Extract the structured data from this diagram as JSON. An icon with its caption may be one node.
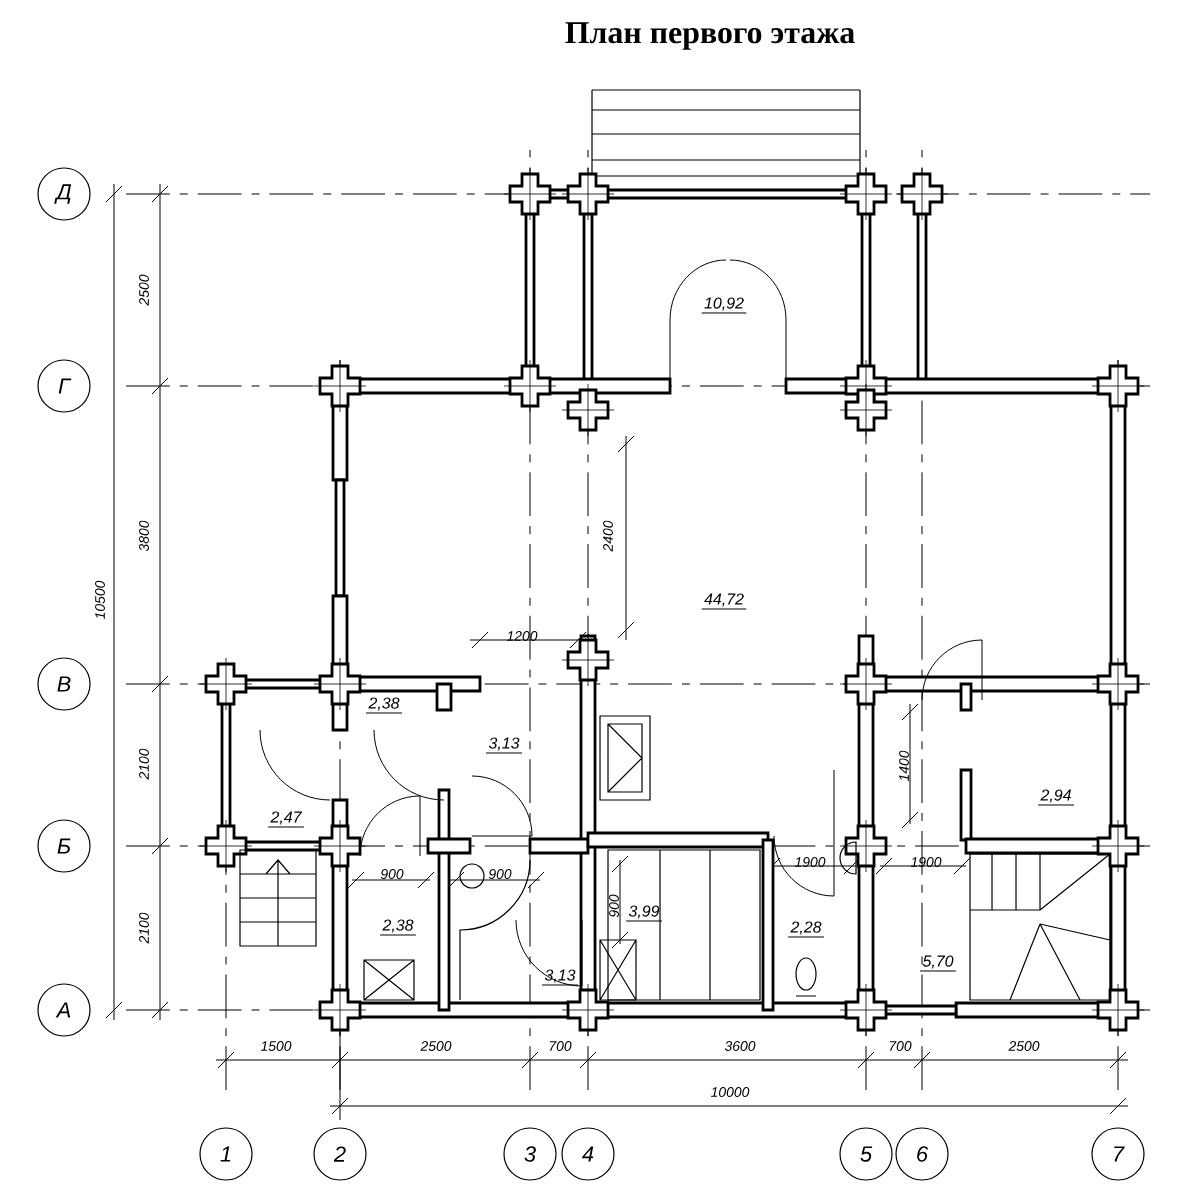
{
  "diagram": {
    "title": "План первого этажа",
    "nodes": [
      {
        "text": [
          "Д"
        ]
      },
      {
        "text": [
          "Г"
        ]
      },
      {
        "text": [
          "В"
        ]
      },
      {
        "text": [
          "Б"
        ]
      },
      {
        "text": [
          "А"
        ]
      },
      {
        "text": [
          "1"
        ]
      },
      {
        "text": [
          "2"
        ]
      },
      {
        "text": [
          "3"
        ]
      },
      {
        "text": [
          "4"
        ]
      },
      {
        "text": [
          "5"
        ]
      },
      {
        "text": [
          "6"
        ]
      },
      {
        "text": [
          "7"
        ]
      }
    ],
    "labels": [
      "10,92",
      "2500",
      "3800",
      "2400",
      "44,72",
      "10500",
      "1200",
      "2,38",
      "3,13",
      "2100",
      "1400",
      "2,94",
      "2,47",
      "900",
      "900",
      "1900",
      "1900",
      "900",
      "3,99",
      "2,38",
      "2,28",
      "2100",
      "5,70",
      "3,13",
      "1500",
      "2500",
      "700",
      "3600",
      "700",
      "2500",
      "10000"
    ]
  }
}
